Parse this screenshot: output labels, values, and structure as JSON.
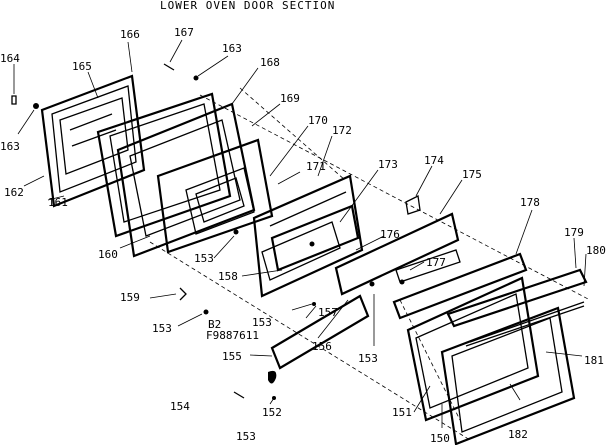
{
  "title": "LOWER OVEN DOOR SECTION",
  "code_line1": "B2",
  "code_line2": "F9887611",
  "labels": [
    "164",
    "163",
    "162",
    "161",
    "160",
    "159",
    "153",
    "155",
    "154",
    "153",
    "165",
    "166",
    "167",
    "163",
    "168",
    "169",
    "170",
    "171",
    "172",
    "173",
    "174",
    "175",
    "153",
    "158",
    "157",
    "153",
    "156",
    "152",
    "176",
    "177",
    "153",
    "178",
    "179",
    "180",
    "181",
    "151",
    "150",
    "182"
  ]
}
